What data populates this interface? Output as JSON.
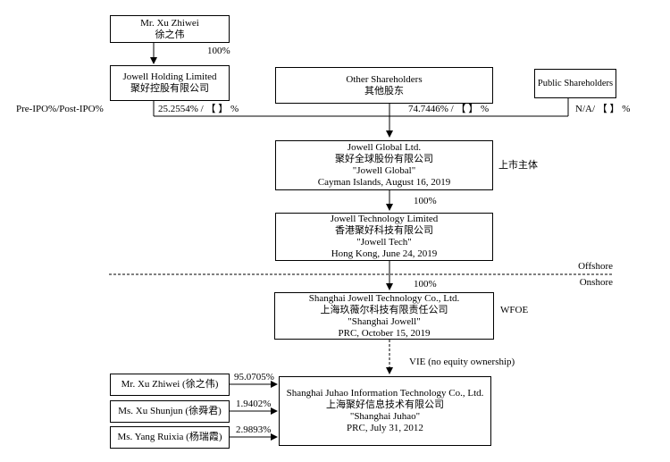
{
  "diagram": {
    "nodes": {
      "xu_zhiwei_top": {
        "lines": [
          "Mr. Xu Zhiwei",
          "徐之伟"
        ]
      },
      "jowell_holding": {
        "lines": [
          "Jowell Holding Limited",
          "聚好控股有限公司"
        ]
      },
      "other_shareholders": {
        "lines": [
          "Other Shareholders",
          "其他股东"
        ]
      },
      "public_shareholders": {
        "lines": [
          "Public Shareholders"
        ]
      },
      "jowell_global": {
        "lines": [
          "Jowell Global Ltd.",
          "聚好全球股份有限公司",
          "\"Jowell Global\"",
          "Cayman Islands, August 16, 2019"
        ]
      },
      "jowell_tech": {
        "lines": [
          "Jowell Technology Limited",
          "香港聚好科技有限公司",
          "\"Jowell Tech\"",
          "Hong Kong, June 24, 2019"
        ]
      },
      "shanghai_jowell": {
        "lines": [
          "Shanghai Jowell Technology Co., Ltd.",
          "上海玖薇尔科技有限责任公司",
          "\"Shanghai Jowell\"",
          "PRC, October 15, 2019"
        ]
      },
      "shanghai_juhao": {
        "lines": [
          "Shanghai Juhao Information Technology Co., Ltd.",
          "上海聚好信息技术有限公司",
          "\"Shanghai Juhao\"",
          "PRC, July 31, 2012"
        ]
      },
      "xu_zhiwei_vie": {
        "lines": [
          "Mr. Xu Zhiwei (徐之伟)"
        ]
      },
      "xu_shunjun": {
        "lines": [
          "Ms. Xu Shunjun (徐舜君)"
        ]
      },
      "yang_ruixia": {
        "lines": [
          "Ms. Yang Ruixia (杨瑞霞)"
        ]
      }
    },
    "labels": {
      "pre_post_ipo": "Pre-IPO%/Post-IPO%",
      "holding_pct": "25.2554% / 【 】 %",
      "other_pct": "74.7446% / 【 】 %",
      "public_pct": "N/A/ 【 】 %",
      "pct_100_top": "100%",
      "pct_100_global_tech": "100%",
      "pct_100_tech_wfoe": "100%",
      "listed_entity_cn": "上市主体",
      "offshore": "Offshore",
      "onshore": "Onshore",
      "wfoe": "WFOE",
      "vie_note": "VIE (no equity ownership)",
      "vie_pct_xu_zhiwei": "95.0705%",
      "vie_pct_xu_shunjun": "1.9402%",
      "vie_pct_yang_ruixia": "2.9893%"
    },
    "colors": {
      "line": "#000000",
      "box_border": "#000000",
      "background": "#ffffff",
      "text": "#000000"
    }
  }
}
